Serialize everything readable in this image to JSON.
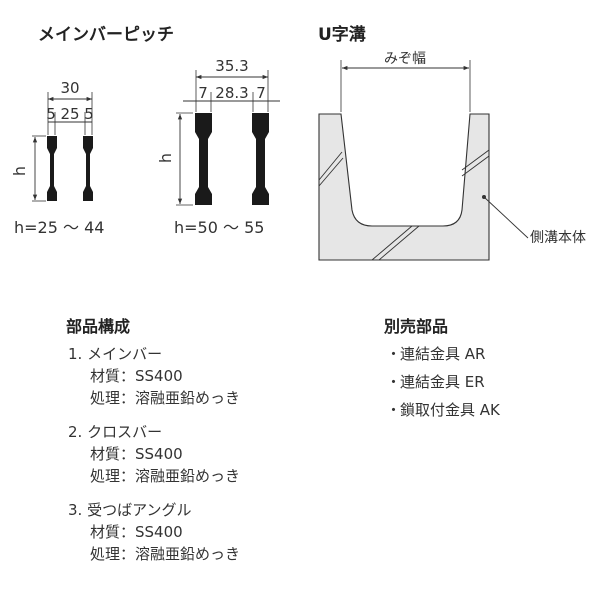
{
  "main_bar_pitch": {
    "title": "メインバーピッチ",
    "small": {
      "overall": "30",
      "parts": [
        "5",
        "25",
        "5"
      ],
      "height_symbol": "h",
      "range": "h=25 ～ 44"
    },
    "large": {
      "overall": "35.3",
      "parts": [
        "7",
        "28.3",
        "7"
      ],
      "height_symbol": "h",
      "range": "h=50 ～ 55"
    }
  },
  "u_channel": {
    "title": "U字溝",
    "width_label": "みぞ幅",
    "body_label": "側溝本体"
  },
  "parts": {
    "title": "部品構成",
    "items": [
      {
        "number": "1.",
        "name": "メインバー",
        "material": "材質：SS400",
        "treatment": "処理：溶融亜鉛めっき"
      },
      {
        "number": "2.",
        "name": "クロスバー",
        "material": "材質：SS400",
        "treatment": "処理：溶融亜鉛めっき"
      },
      {
        "number": "3.",
        "name": "受つばアングル",
        "material": "材質：SS400",
        "treatment": "処理：溶融亜鉛めっき"
      }
    ]
  },
  "sold_separately": {
    "title": "別売部品",
    "bullet": "・",
    "items": [
      "連結金具 AR",
      "連結金具 ER",
      "鎖取付金具 AK"
    ]
  },
  "colors": {
    "bar": "#1a1a1a",
    "concrete_fill": "#e6e6e6",
    "outline": "#333333"
  }
}
